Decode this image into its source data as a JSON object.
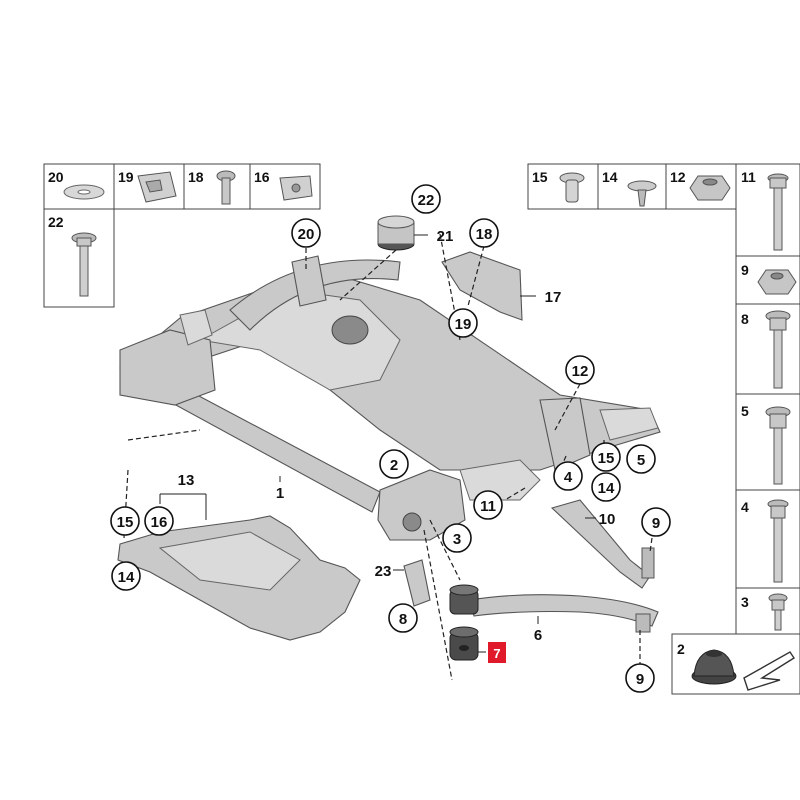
{
  "header_parts_left": [
    {
      "num": "20",
      "icon": "washer-icon"
    },
    {
      "num": "19",
      "icon": "clip-icon"
    },
    {
      "num": "18",
      "icon": "screw-icon"
    },
    {
      "num": "16",
      "icon": "clip-nut-icon"
    },
    {
      "num": "22",
      "icon": "bolt-icon"
    }
  ],
  "header_parts_right": [
    {
      "num": "15",
      "icon": "expanding-rivet-icon"
    },
    {
      "num": "14",
      "icon": "push-rivet-icon"
    },
    {
      "num": "12",
      "icon": "hex-nut-icon"
    }
  ],
  "side_parts": [
    {
      "num": "11",
      "icon": "bolt-icon"
    },
    {
      "num": "9",
      "icon": "hex-nut-icon"
    },
    {
      "num": "8",
      "icon": "bolt-icon"
    },
    {
      "num": "5",
      "icon": "bolt-icon"
    },
    {
      "num": "4",
      "icon": "bolt-icon"
    },
    {
      "num": "3",
      "icon": "bolt-icon"
    },
    {
      "num": "2",
      "icon": "rubber-mount-icon"
    }
  ],
  "callouts": {
    "c22": "22",
    "c21": "21",
    "c20": "20",
    "c18": "18",
    "c17": "17",
    "c19": "19",
    "c12": "12",
    "c2": "2",
    "c4": "4",
    "c15r": "15",
    "c5": "5",
    "c14r": "14",
    "c1": "1",
    "c13": "13",
    "c11": "11",
    "c10": "10",
    "c9a": "9",
    "c15l": "15",
    "c16": "16",
    "c3": "3",
    "c14l": "14",
    "c23": "23",
    "c8": "8",
    "c6": "6",
    "c9b": "9"
  },
  "highlight_label": "7",
  "colors": {
    "highlight": "#e0192b",
    "outline": "#111111",
    "metal": "#c9c9c9"
  }
}
